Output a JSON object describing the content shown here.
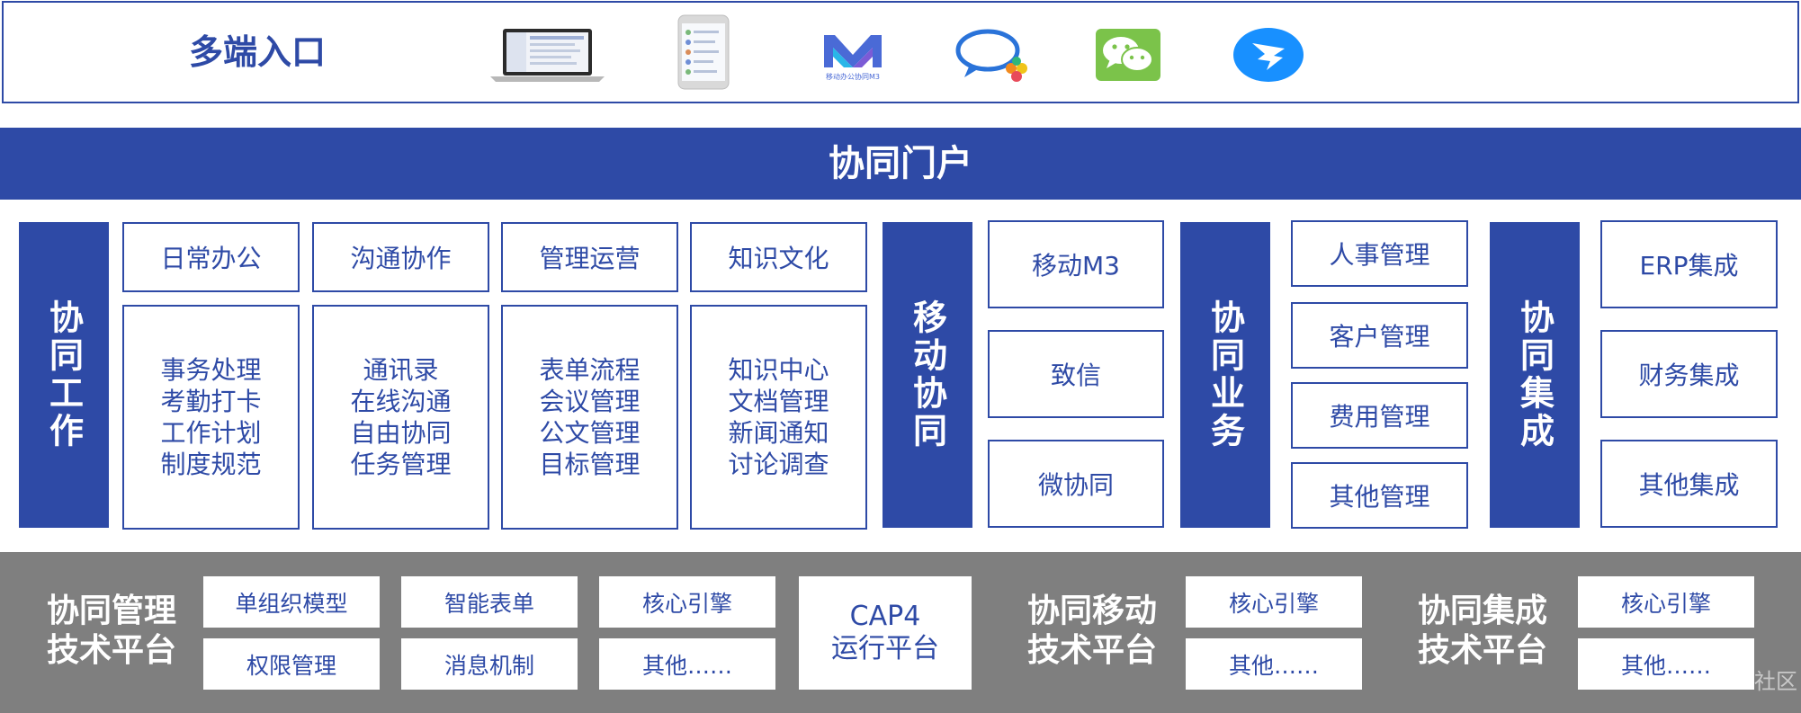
{
  "entry": {
    "title": "多端入口",
    "m3_caption": "移动办公协同M3"
  },
  "portal": {
    "title": "协同门户"
  },
  "work": {
    "label": "协同工作",
    "columns": [
      {
        "header": "日常办公",
        "items": [
          "事务处理",
          "考勤打卡",
          "工作计划",
          "制度规范"
        ]
      },
      {
        "header": "沟通协作",
        "items": [
          "通讯录",
          "在线沟通",
          "自由协同",
          "任务管理"
        ]
      },
      {
        "header": "管理运营",
        "items": [
          "表单流程",
          "会议管理",
          "公文管理",
          "目标管理"
        ]
      },
      {
        "header": "知识文化",
        "items": [
          "知识中心",
          "文档管理",
          "新闻通知",
          "讨论调查"
        ]
      }
    ]
  },
  "mobile": {
    "label": "移动协同",
    "items": [
      "移动M3",
      "致信",
      "微协同"
    ]
  },
  "business": {
    "label": "协同业务",
    "items": [
      "人事管理",
      "客户管理",
      "费用管理",
      "其他管理"
    ]
  },
  "integration": {
    "label": "协同集成",
    "items": [
      "ERP集成",
      "财务集成",
      "其他集成"
    ]
  },
  "platform": {
    "mgmt_title_1": "协同管理",
    "mgmt_title_2": "技术平台",
    "mgmt_boxes": [
      "单组织模型",
      "权限管理",
      "智能表单",
      "消息机制",
      "核心引擎",
      "其他……"
    ],
    "cap_1": "CAP4",
    "cap_2": "运行平台",
    "mobile_title_1": "协同移动",
    "mobile_title_2": "技术平台",
    "mobile_boxes": [
      "核心引擎",
      "其他……"
    ],
    "integ_title_1": "协同集成",
    "integ_title_2": "技术平台",
    "integ_boxes": [
      "核心引擎",
      "其他……"
    ]
  },
  "watermark": "社区",
  "colors": {
    "brand_blue": "#2e4aa6",
    "platform_gray": "#7f7f7f",
    "wechat_green": "#7bc34a",
    "dingtalk_blue": "#1890ff"
  },
  "icons": [
    "laptop-icon",
    "phone-icon",
    "m3-logo-icon",
    "zhixin-chat-icon",
    "wechat-icon",
    "dingtalk-icon"
  ]
}
